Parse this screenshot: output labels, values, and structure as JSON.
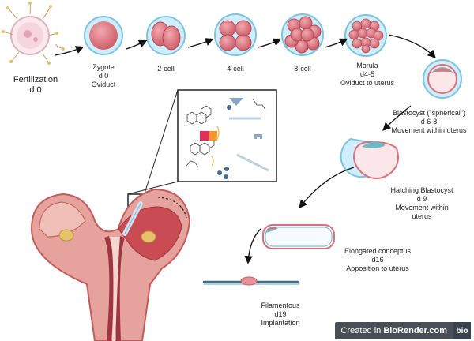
{
  "stages": [
    {
      "id": "fertilization",
      "lines": [
        "Fertilization",
        "d 0"
      ]
    },
    {
      "id": "zygote",
      "lines": [
        "Zygote",
        "d 0",
        "Oviduct"
      ]
    },
    {
      "id": "two-cell",
      "lines": [
        "2-cell"
      ]
    },
    {
      "id": "four-cell",
      "lines": [
        "4-cell"
      ]
    },
    {
      "id": "eight-cell",
      "lines": [
        "8-cell"
      ]
    },
    {
      "id": "morula",
      "lines": [
        "Morula",
        "d4-5",
        "Oviduct to uterus"
      ]
    },
    {
      "id": "blastocyst",
      "lines": [
        "Blastocyst (\"spherical\")",
        "d 6-8",
        "Movement within uterus"
      ]
    },
    {
      "id": "hatching",
      "lines": [
        "Hatching Blastocyst",
        "d 9",
        "Movement within",
        "uterus"
      ]
    },
    {
      "id": "elongated",
      "lines": [
        "Elongated conceptus",
        "d16",
        "Apposition to uterus"
      ]
    },
    {
      "id": "filamentous",
      "lines": [
        "Filamentous",
        "d19",
        "Implantation"
      ]
    }
  ],
  "badge": {
    "prefix": "Created in",
    "brand": "BioRender.com",
    "logo": "bio"
  },
  "colors": {
    "embryo": "#d9707a",
    "zona": "#a9dcef",
    "uterus": "#e8a19b",
    "muscle": "#c45a5f",
    "trophoblast": "#6fb8c8"
  }
}
